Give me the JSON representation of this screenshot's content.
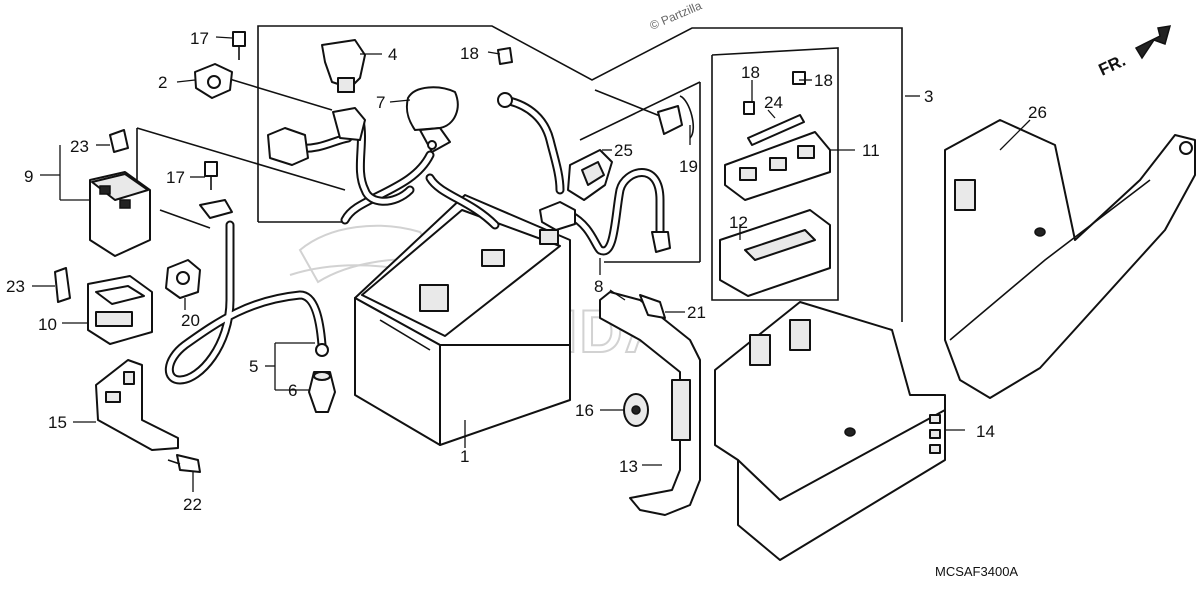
{
  "diagram": {
    "watermark": "© Partzilla",
    "diagram_code": "MCSAF3400A",
    "front_label": "FR.",
    "callouts": {
      "c1": "1",
      "c2": "2",
      "c3": "3",
      "c4": "4",
      "c5": "5",
      "c6": "6",
      "c7": "7",
      "c8": "8",
      "c9": "9",
      "c10": "10",
      "c11": "11",
      "c12": "12",
      "c13": "13",
      "c14": "14",
      "c15": "15",
      "c16": "16",
      "c17a": "17",
      "c17b": "17",
      "c18a": "18",
      "c18b": "18",
      "c18c": "18",
      "c19": "19",
      "c20": "20",
      "c21": "21",
      "c22": "22",
      "c23a": "23",
      "c23b": "23",
      "c24": "24",
      "c25": "25",
      "c26": "26"
    }
  }
}
